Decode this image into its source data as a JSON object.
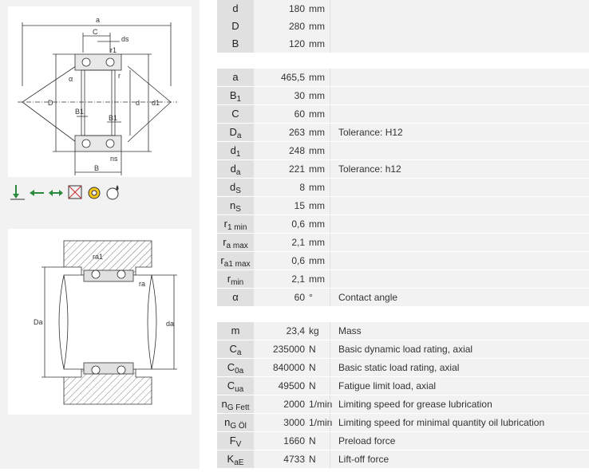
{
  "diagram_top": {
    "labels": [
      "a",
      "C",
      "ds",
      "r1",
      "r",
      "α",
      "D",
      "d",
      "d1",
      "B1",
      "B1",
      "ns",
      "B"
    ]
  },
  "diagram_bottom": {
    "labels": [
      "ra1",
      "ra",
      "Da",
      "da"
    ]
  },
  "icons": [
    "radial-load-icon",
    "axial-load-icon",
    "bidirectional-axial-load-icon",
    "no-tilting-icon",
    "rotation-speed-icon",
    "lubrication-icon"
  ],
  "rows": [
    {
      "sym": "d",
      "sub": "",
      "value": "180",
      "unit": "mm",
      "desc": ""
    },
    {
      "sym": "D",
      "sub": "",
      "value": "280",
      "unit": "mm",
      "desc": ""
    },
    {
      "sym": "B",
      "sub": "",
      "value": "120",
      "unit": "mm",
      "desc": ""
    },
    {
      "sym": "a",
      "sub": "",
      "value": "465,5",
      "unit": "mm",
      "desc": ""
    },
    {
      "sym": "B",
      "sub": "1",
      "value": "30",
      "unit": "mm",
      "desc": ""
    },
    {
      "sym": "C",
      "sub": "",
      "value": "60",
      "unit": "mm",
      "desc": ""
    },
    {
      "sym": "D",
      "sub": "a",
      "value": "263",
      "unit": "mm",
      "desc": "Tolerance: H12"
    },
    {
      "sym": "d",
      "sub": "1",
      "value": "248",
      "unit": "mm",
      "desc": ""
    },
    {
      "sym": "d",
      "sub": "a",
      "value": "221",
      "unit": "mm",
      "desc": "Tolerance: h12"
    },
    {
      "sym": "d",
      "sub": "S",
      "value": "8",
      "unit": "mm",
      "desc": ""
    },
    {
      "sym": "n",
      "sub": "S",
      "value": "15",
      "unit": "mm",
      "desc": ""
    },
    {
      "sym": "r",
      "sub": "1 min",
      "value": "0,6",
      "unit": "mm",
      "desc": ""
    },
    {
      "sym": "r",
      "sub": "a max",
      "value": "2,1",
      "unit": "mm",
      "desc": ""
    },
    {
      "sym": "r",
      "sub": "a1 max",
      "value": "0,6",
      "unit": "mm",
      "desc": ""
    },
    {
      "sym": "r",
      "sub": "min",
      "value": "2,1",
      "unit": "mm",
      "desc": ""
    },
    {
      "sym": "α",
      "sub": "",
      "value": "60",
      "unit": "°",
      "desc": "Contact angle"
    },
    {
      "sym": "m",
      "sub": "",
      "value": "23,4",
      "unit": "kg",
      "desc": "Mass"
    },
    {
      "sym": "C",
      "sub": "a",
      "value": "235000",
      "unit": "N",
      "desc": "Basic dynamic load rating, axial"
    },
    {
      "sym": "C",
      "sub": "0a",
      "value": "840000",
      "unit": "N",
      "desc": "Basic static load rating, axial"
    },
    {
      "sym": "C",
      "sub": "ua",
      "value": "49500",
      "unit": "N",
      "desc": "Fatigue limit load, axial"
    },
    {
      "sym": "n",
      "sub": "G Fett",
      "value": "2000",
      "unit": "1/min",
      "desc": "Limiting speed for grease lubrication"
    },
    {
      "sym": "n",
      "sub": "G Öl",
      "value": "3000",
      "unit": "1/min",
      "desc": "Limiting speed for minimal quantity oil lubrication"
    },
    {
      "sym": "F",
      "sub": "V",
      "value": "1660",
      "unit": "N",
      "desc": "Preload force"
    },
    {
      "sym": "K",
      "sub": "aE",
      "value": "4733",
      "unit": "N",
      "desc": "Lift-off force"
    }
  ]
}
